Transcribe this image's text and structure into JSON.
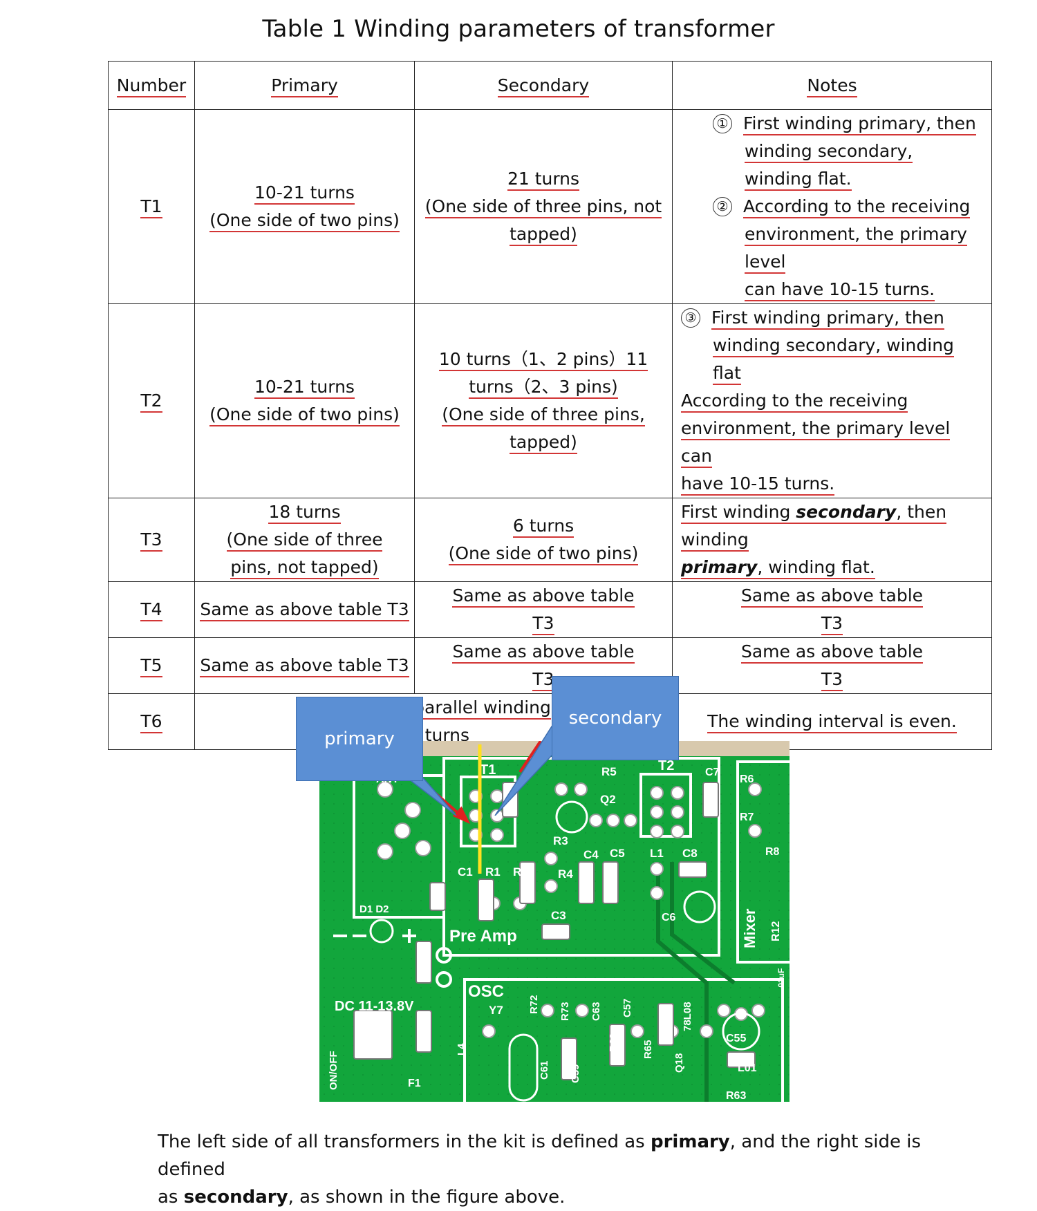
{
  "title": "Table 1 Winding parameters of transformer",
  "table": {
    "headers": [
      "Number",
      "Primary",
      "Secondary",
      "Notes"
    ],
    "rows": [
      {
        "number": "T1",
        "primary": [
          "10-21 turns",
          "(One side of two pins)"
        ],
        "secondary": [
          "21 turns",
          "(One side of three pins,  not",
          "tapped)"
        ],
        "notes": [
          {
            "mark": "①",
            "lines": [
              "First winding primary, then",
              "winding secondary, winding flat."
            ]
          },
          {
            "mark": "②",
            "lines": [
              "According to the receiving",
              "environment, the primary level",
              "can have 10-15 turns."
            ]
          }
        ]
      },
      {
        "number": "T2",
        "primary": [
          "10-21 turns",
          "(One side of two pins)"
        ],
        "secondary": [
          "10 turns（1、2 pins）11",
          "turns（2、3 pins)",
          "(One side of three pins,",
          "tapped)"
        ],
        "notes_mark": "③",
        "notes_marked_lines": [
          "First winding primary, then",
          "winding secondary, winding flat"
        ],
        "notes_plain": [
          "According to the receiving",
          "environment, the primary level can",
          "have 10-15 turns."
        ]
      },
      {
        "number": "T3",
        "primary": [
          "18 turns",
          "(One side of three",
          "pins,  not tapped)"
        ],
        "secondary": [
          "6 turns",
          "(One side of two pins)"
        ],
        "notes_parts": [
          "First winding ",
          "secondary",
          ", then winding ",
          "primary",
          ", winding flat."
        ]
      },
      {
        "number": "T4",
        "primary": "Same as above table T3",
        "secondary": [
          "Same as above table",
          "T3"
        ],
        "notes": [
          "Same as above table",
          "T3"
        ]
      },
      {
        "number": "T5",
        "primary": "Same as above table T3",
        "secondary": [
          "Same as above table",
          "T3"
        ],
        "notes": [
          "Same as above table",
          "T3"
        ]
      },
      {
        "number": "T6",
        "primary_secondary": [
          "Three-wire parallel winding",
          "10 turns"
        ],
        "notes": "The winding interval is even."
      }
    ]
  },
  "figure": {
    "callout_primary": "primary",
    "callout_secondary": "secondary",
    "board_labels": {
      "ant": "ANT",
      "t1": "T1",
      "t2": "T2",
      "r5": "R5",
      "q2": "Q2",
      "c7": "C7",
      "r6": "R6",
      "r7": "R7",
      "r8": "R8",
      "r3": "R3",
      "c4": "C4",
      "c5": "C5",
      "l1": "L1",
      "c8": "C8",
      "c1": "C1",
      "r1": "R1",
      "r2": "R2",
      "r4": "R4",
      "c3": "C3",
      "c6": "C6",
      "d1d2": "D1 D2",
      "preamp": "Pre Amp",
      "mixer": "Mixer",
      "r12": "R12",
      "dc": "DC 11-13.8V",
      "onoff": "ON/OFF",
      "f1": "F1",
      "osc": "OSC",
      "y7": "Y7",
      "l4": "L4",
      "r72": "R72",
      "r73": "R73",
      "c63": "C63",
      "c57": "C57",
      "l08": "78L08",
      "c55": "C55",
      "l01": "L01",
      "r63": "R63",
      "c61": "C61",
      "c59": "C59",
      "r69": "R69",
      "r65": "R65",
      "q18": "Q18",
      "c01": ".01uF"
    }
  },
  "footer": {
    "prefix": "The left side of all transformers in the kit is defined as ",
    "primary": "primary",
    "middle": ", and the right side is defined",
    "line2_prefix": "as ",
    "secondary": "secondary",
    "suffix": ", as shown in the figure above."
  },
  "colors": {
    "pcb_green": "#12a63c",
    "silkscreen": "#ffffff",
    "callout_blue": "#5b8fd4",
    "underline_red": "#d23535",
    "marker_yellow": "#ffe020",
    "arrow_red": "#e02020"
  }
}
